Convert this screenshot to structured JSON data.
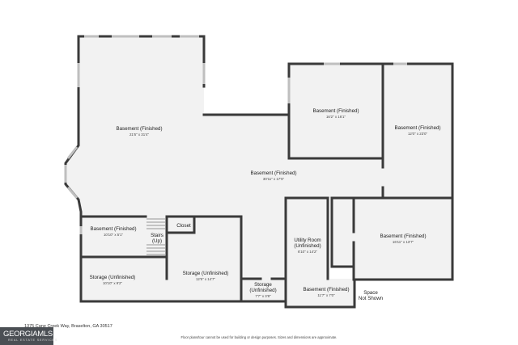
{
  "rooms": [
    {
      "name": "Basement (Finished)",
      "dims": "21'6\" x 31'4\""
    },
    {
      "name": "Basement (Finished)",
      "dims": "16'2\" x 16'1\""
    },
    {
      "name": "Basement (Finished)",
      "dims": "12'0\" x 23'0\""
    },
    {
      "name": "Basement (Finished)",
      "dims": "30'11\" x 17'5\""
    },
    {
      "name": "Basement (Finished)",
      "dims": "10'10\" x 5'1\""
    },
    {
      "name": "Basement (Finished)",
      "dims": "16'11\" x 13'7\""
    },
    {
      "name": "Storage (Unfinished)",
      "dims": "10'10\" x 9'2\""
    },
    {
      "name": "Storage (Unfinished)",
      "dims": "12'5\" x 14'7\""
    },
    {
      "name": "Basement (Finished)",
      "dims": "11'7\" x 7'0\""
    }
  ],
  "labels": {
    "stairs_line1": "Stairs",
    "stairs_line2": "(Up)",
    "closet": "Closet",
    "utility_line1": "Utility Room",
    "utility_line2": "(Unfinished)",
    "utility_dims": "6'10\" x 14'2\"",
    "storage_small_line1": "Storage",
    "storage_small_line2": "(Unfinished)",
    "storage_small_dims": "7'7\" x 3'8\"",
    "space_line1": "Space",
    "space_line2": "Not Shown"
  },
  "address": "1375 Cane Creek Way, Braselton, GA 30517",
  "disclaimer": "Floor plans/tour cannot be used for building or design purposes. Sizes and dimensions are approximate.",
  "logo": {
    "main": "GEORGIAMLS",
    "sub": "REAL ESTATE SERVICES"
  },
  "colors": {
    "wall": "#3a3a3a",
    "room": "#f2f2f2",
    "logo_bg": "#4b4f54"
  }
}
